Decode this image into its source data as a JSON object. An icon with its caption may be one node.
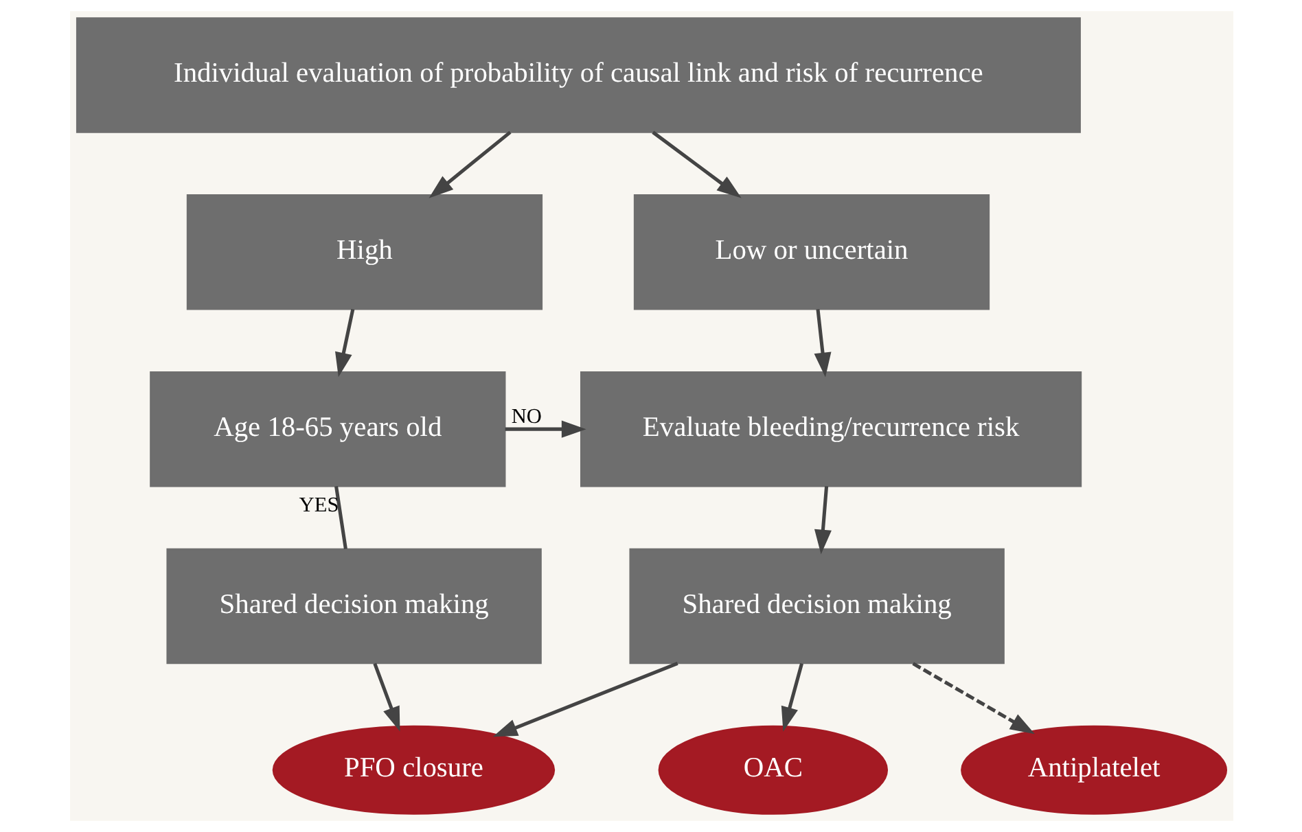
{
  "diagram": {
    "nodes": [
      {
        "text": [
          "Individual evaluation of probability of causal link and risk of recurrence"
        ]
      },
      {
        "text": [
          "Low or uncertain"
        ]
      },
      {
        "text": [
          "High"
        ]
      },
      {
        "text": [
          "Evaluate bleeding/recurrence risk"
        ]
      },
      {
        "text": [
          "Age 18-65 years old"
        ]
      },
      {
        "text": [
          "Shared decision making"
        ]
      },
      {
        "text": [
          "Shared decision making"
        ]
      },
      {
        "text": [
          "Antiplatelet"
        ]
      },
      {
        "text": [
          "OAC"
        ]
      },
      {
        "text": [
          "PFO closure"
        ]
      }
    ],
    "edges": [
      {
        "from": 0,
        "to": 1,
        "arrow": "to"
      },
      {
        "from": 0,
        "to": 2,
        "arrow": "to"
      },
      {
        "from": 1,
        "to": 3,
        "arrow": "to"
      },
      {
        "from": 2,
        "to": 4,
        "arrow": "to"
      },
      {
        "from": 4,
        "to": 3,
        "arrow": "to",
        "label": "NO"
      },
      {
        "from": 4,
        "to": 6,
        "arrow": "none",
        "label": "YES"
      },
      {
        "from": 3,
        "to": 5,
        "arrow": "to"
      },
      {
        "from": 5,
        "to": 7,
        "arrow": "to",
        "style": "dashed"
      },
      {
        "from": 5,
        "to": 8,
        "arrow": "to"
      },
      {
        "from": 5,
        "to": 9,
        "arrow": "to"
      },
      {
        "from": 6,
        "to": 9,
        "arrow": "to"
      }
    ]
  }
}
